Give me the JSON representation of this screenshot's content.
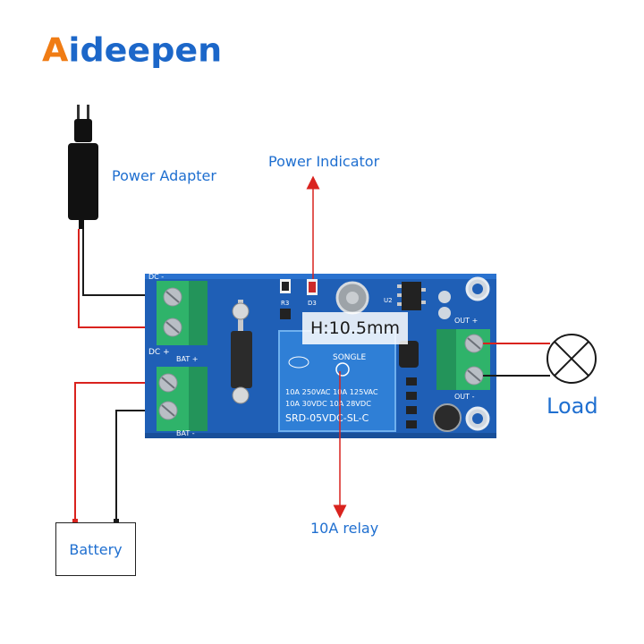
{
  "logo": {
    "text_a": "A",
    "text_rest": "ideepen"
  },
  "labels": {
    "power_adapter": "Power Adapter",
    "power_indicator": "Power Indicator",
    "height": "H:10.5mm",
    "load": "Load",
    "relay": "10A relay",
    "battery": "Battery"
  },
  "board": {
    "terminal_dc": "DC -",
    "terminal_dc_plus": "DC +",
    "terminal_bat_plus": "BAT +",
    "terminal_bat_minus": "BAT -",
    "terminal_out_plus": "OUT +",
    "terminal_out_minus": "OUT -",
    "relay_brand": "SONGLE",
    "relay_line1": "10A 250VAC 10A 125VAC",
    "relay_line2": "10A 30VDC 10A 28VDC",
    "relay_model": "SRD-05VDC-SL-C",
    "silk_r3": "R3",
    "silk_d3": "D3",
    "silk_u2": "U2"
  },
  "colors": {
    "wire_red": "#d9231e",
    "wire_black": "#1a1a1a",
    "pcb_blue": "#1f5fb6",
    "terminal_green": "#2fb36a",
    "relay_blue": "#2f7fd6",
    "label_blue": "#1f6fd0"
  }
}
